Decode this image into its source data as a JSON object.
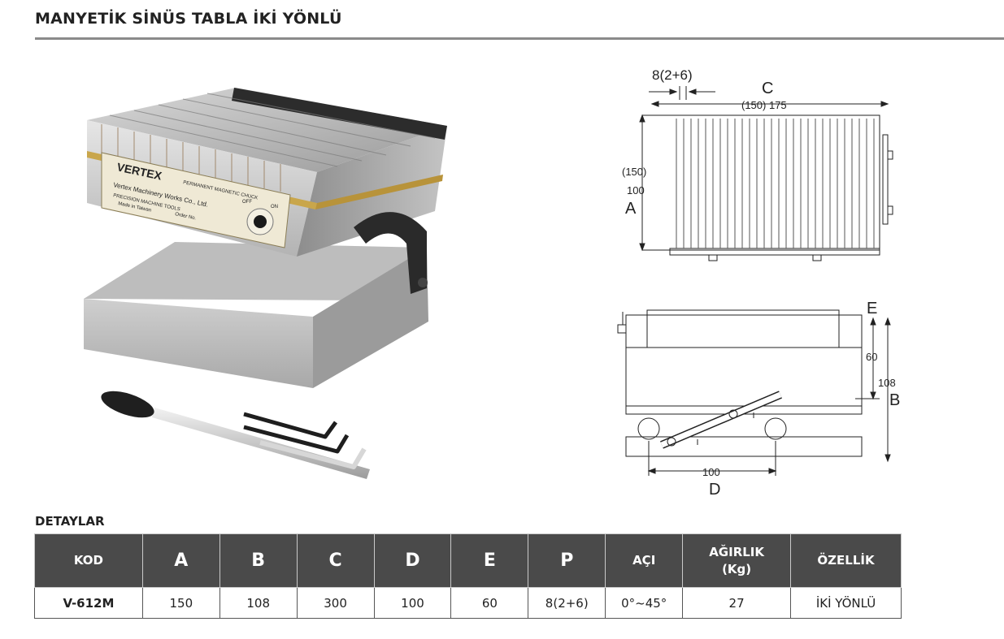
{
  "header": {
    "title": "MANYETİK SİNÜS TABLA İKİ YÖNLÜ"
  },
  "photo": {
    "brand": "VERTEX",
    "plate_line1": "PERMANENT MAGNETIC CHUCK",
    "plate_line2": "Vertex Machinery Works Co., Ltd.",
    "plate_line3": "PRECISION MACHINE TOOLS",
    "plate_line4": "Made in Taiwan",
    "plate_line5": "Order No.",
    "switch_off": "OFF",
    "switch_on": "ON"
  },
  "drawing": {
    "p_label": "8(2+6)",
    "c_letter": "C",
    "c_dims": "(150) 175",
    "a_dim1": "(150)",
    "a_dim2": "100",
    "a_letter": "A",
    "e_letter": "E",
    "e_dim": "60",
    "b_dim": "108",
    "b_letter": "B",
    "d_dim": "100",
    "d_letter": "D"
  },
  "details": {
    "title": "DETAYLAR",
    "headers": [
      "KOD",
      "A",
      "B",
      "C",
      "D",
      "E",
      "P",
      "AÇI",
      "AĞIRLIK",
      "(Kg)",
      "ÖZELLİK"
    ],
    "row": [
      "V-612M",
      "150",
      "108",
      "300",
      "100",
      "60",
      "8(2+6)",
      "0°~45°",
      "27",
      "İKİ YÖNLÜ"
    ]
  }
}
